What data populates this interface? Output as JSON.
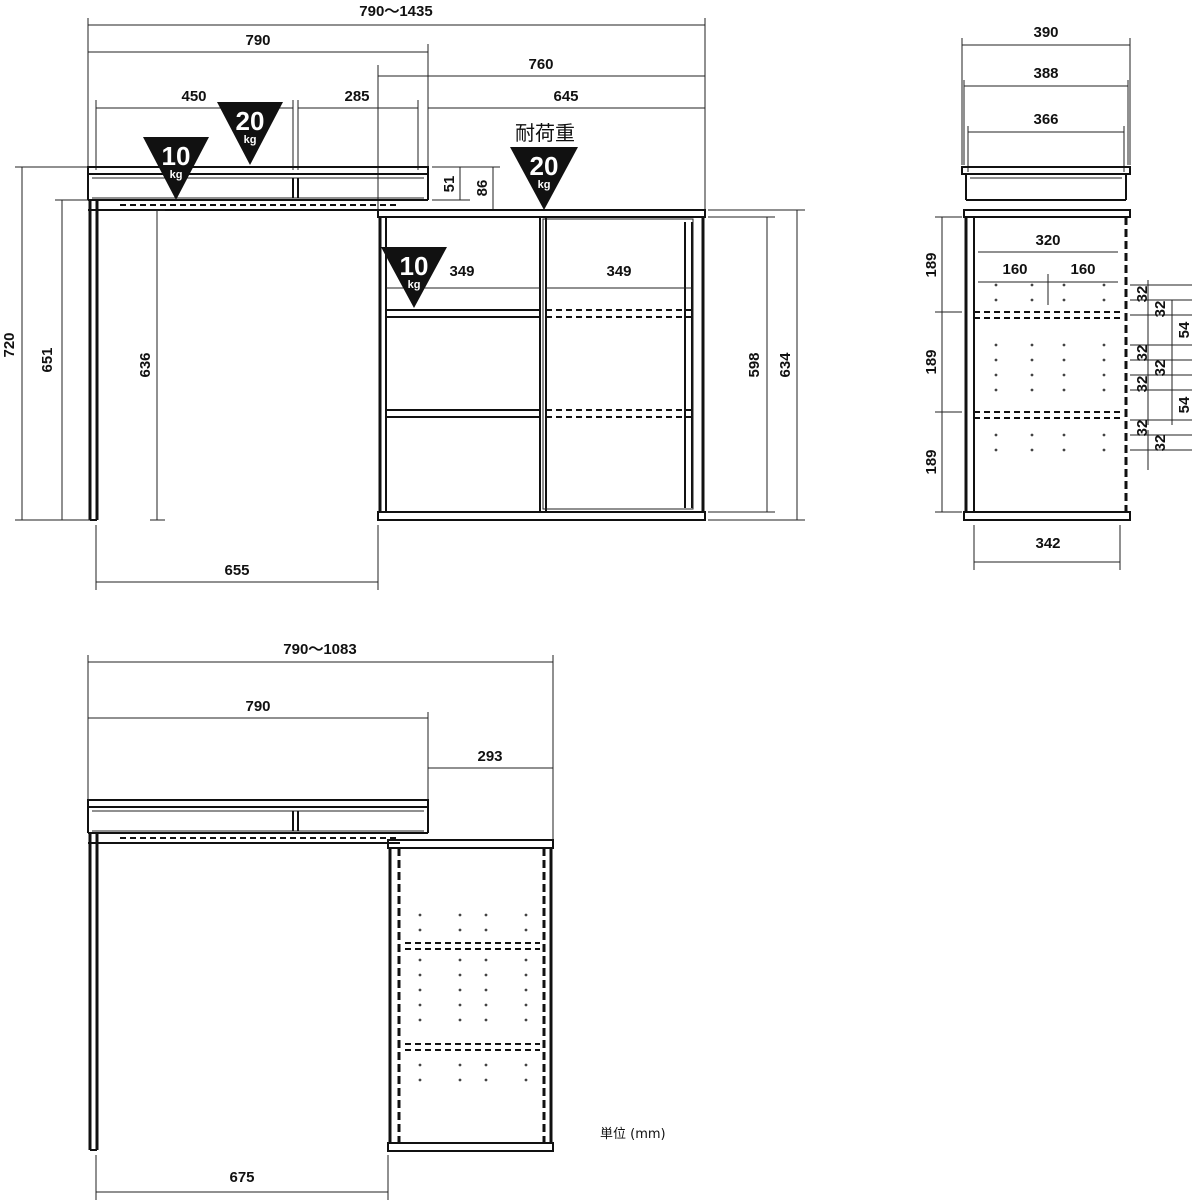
{
  "labels": {
    "load_capacity": "耐荷重",
    "unit": "単位 (mm)",
    "kg": "kg"
  },
  "loads": {
    "top_left": "10",
    "top_mid": "20",
    "right_top": "20",
    "cabinet_shelf": "10"
  },
  "front_view": {
    "total_width": "790〜1435",
    "desk_width": "790",
    "cabinet_width": "760",
    "left_section": "450",
    "mid_section": "285",
    "cabinet_inner": "645",
    "drawer_51": "51",
    "drawer_86": "86",
    "shelf_width_left": "349",
    "shelf_width_right": "349",
    "height_total": "720",
    "height_651": "651",
    "height_636": "636",
    "cabinet_598": "598",
    "cabinet_634": "634",
    "leg_span": "655"
  },
  "side_view": {
    "depth_390": "390",
    "depth_388": "388",
    "depth_366": "366",
    "inner_320": "320",
    "half_160_a": "160",
    "half_160_b": "160",
    "shelf_189_a": "189",
    "shelf_189_b": "189",
    "shelf_189_c": "189",
    "pitch_32_a": "32",
    "pitch_32_b": "32",
    "pitch_54_a": "54",
    "pitch_32_c": "32",
    "pitch_32_d": "32",
    "pitch_32_e": "32",
    "pitch_54_b": "54",
    "pitch_32_f": "32",
    "pitch_32_g": "32",
    "bottom_342": "342"
  },
  "closed_view": {
    "total_width": "790〜1083",
    "desk_width": "790",
    "offset_293": "293",
    "leg_span": "675"
  }
}
